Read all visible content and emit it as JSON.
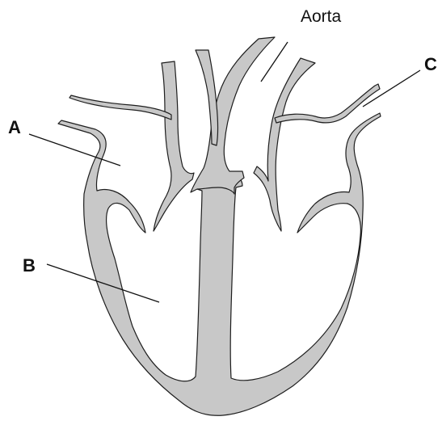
{
  "diagram": {
    "labels": {
      "aorta": "Aorta",
      "a": "A",
      "b": "B",
      "c": "C"
    },
    "colors": {
      "tissue": "#c8c8c8",
      "outline": "#1e1e1e",
      "background": "#ffffff",
      "text": "#111111"
    }
  }
}
